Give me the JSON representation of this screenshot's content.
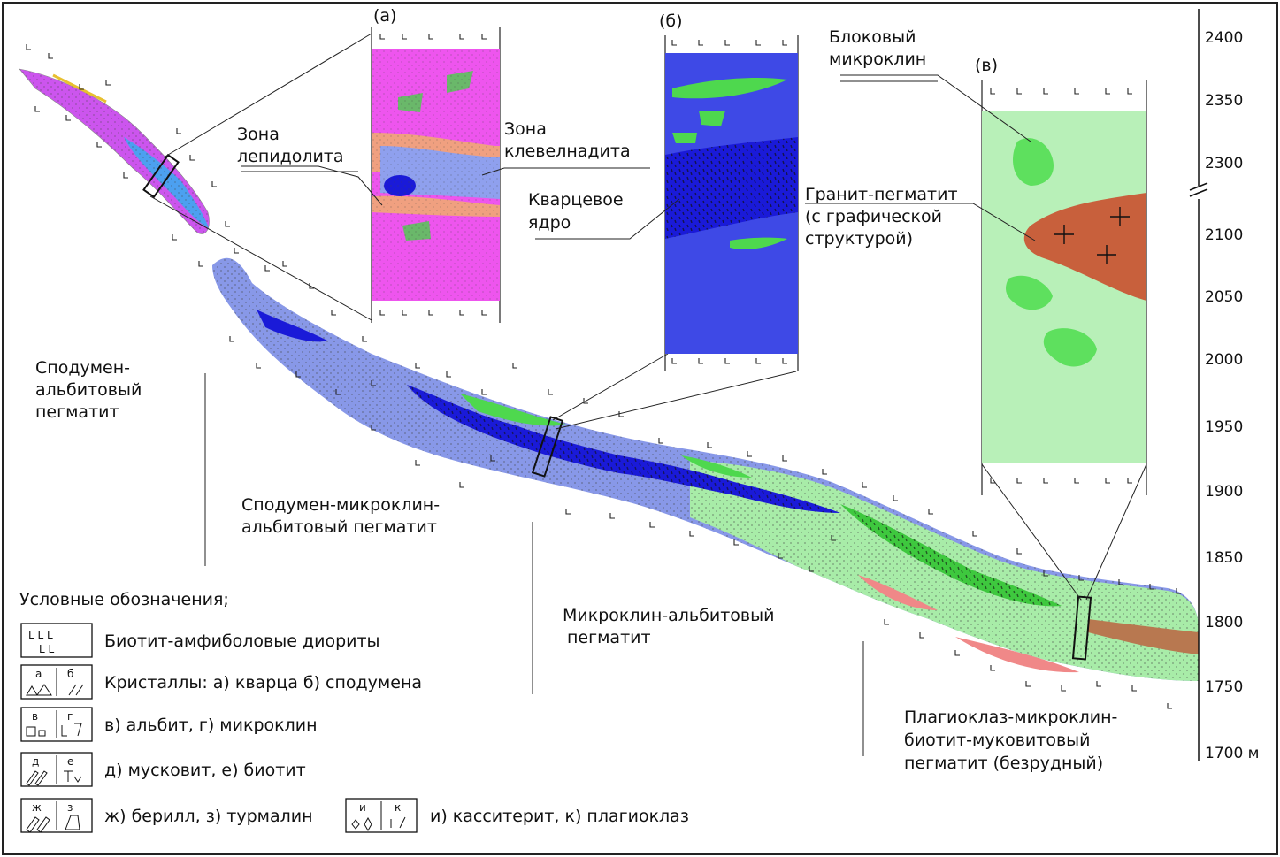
{
  "panels": {
    "a": {
      "tag": "(а)"
    },
    "b": {
      "tag": "(б)"
    },
    "v": {
      "tag": "(в)"
    }
  },
  "labels": {
    "lepidolite_zone": [
      "Зона",
      "лепидолита"
    ],
    "cleavelandite_zone": [
      "Зона",
      "клевелнадита"
    ],
    "quartz_core": [
      "Кварцевое",
      "ядро"
    ],
    "block_microcline": [
      "Блоковый",
      "микроклин"
    ],
    "granite_pegmatite": [
      "Гранит-пегматит",
      "(с графической",
      "структурой)"
    ],
    "spodumene_albite": [
      "Сподумен-",
      "альбитовый",
      "пегматит"
    ],
    "spodumene_microcline_albite": [
      "Сподумен-микроклин-",
      "альбитовый пегматит"
    ],
    "microcline_albite": [
      "Микроклин-альбитовый",
      "пегматит"
    ],
    "plagioclase_barren": [
      "Плагиоклаз-микроклин-",
      "биотит-муковитовый",
      "пегматит (безрудный)"
    ]
  },
  "scale": {
    "ticks": [
      "2400",
      "2350",
      "2300",
      "2100",
      "2050",
      "2000",
      "1950",
      "1900",
      "1850",
      "1800",
      "1750",
      "1700 м"
    ]
  },
  "legend": {
    "title": "Условные обозначения;",
    "items": [
      {
        "label": "Биотит-амфиболовые диориты",
        "letters": []
      },
      {
        "label": "Кристаллы: а) кварца б) сподумена",
        "letters": [
          "а",
          "б"
        ]
      },
      {
        "label": "в) альбит,  г) микроклин",
        "letters": [
          "в",
          "г"
        ]
      },
      {
        "label": "д) мусковит, е) биотит",
        "letters": [
          "д",
          "е"
        ]
      },
      {
        "label": "ж) берилл, з) турмалин",
        "letters": [
          "ж",
          "з"
        ]
      },
      {
        "label": "и) касситерит, к) плагиоклаз",
        "letters": [
          "и",
          "к"
        ]
      }
    ]
  },
  "colors": {
    "magenta": "#ee55ee",
    "salmon": "#f0a080",
    "light_blue": "#8fa0ee",
    "blue": "#3e49e6",
    "dark_blue": "#1a1ad8",
    "green": "#5ee05e",
    "light_green": "#b8f0b8",
    "orange_brown": "#c8603c",
    "pink": "#f08888"
  }
}
